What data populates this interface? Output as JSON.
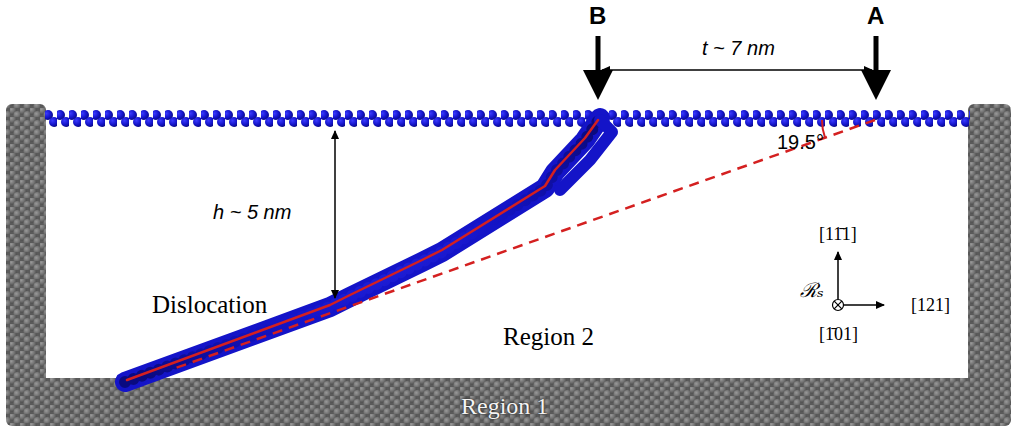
{
  "diagram": {
    "labels": [
      "B",
      "A",
      "t ~ 7 nm",
      "19.5°",
      "h ~ 5 nm",
      "Dislocation",
      "Region 2",
      "Region 1",
      "[11̄1]",
      "[121]",
      "[1̄01]",
      "ℛₛ"
    ]
  }
}
